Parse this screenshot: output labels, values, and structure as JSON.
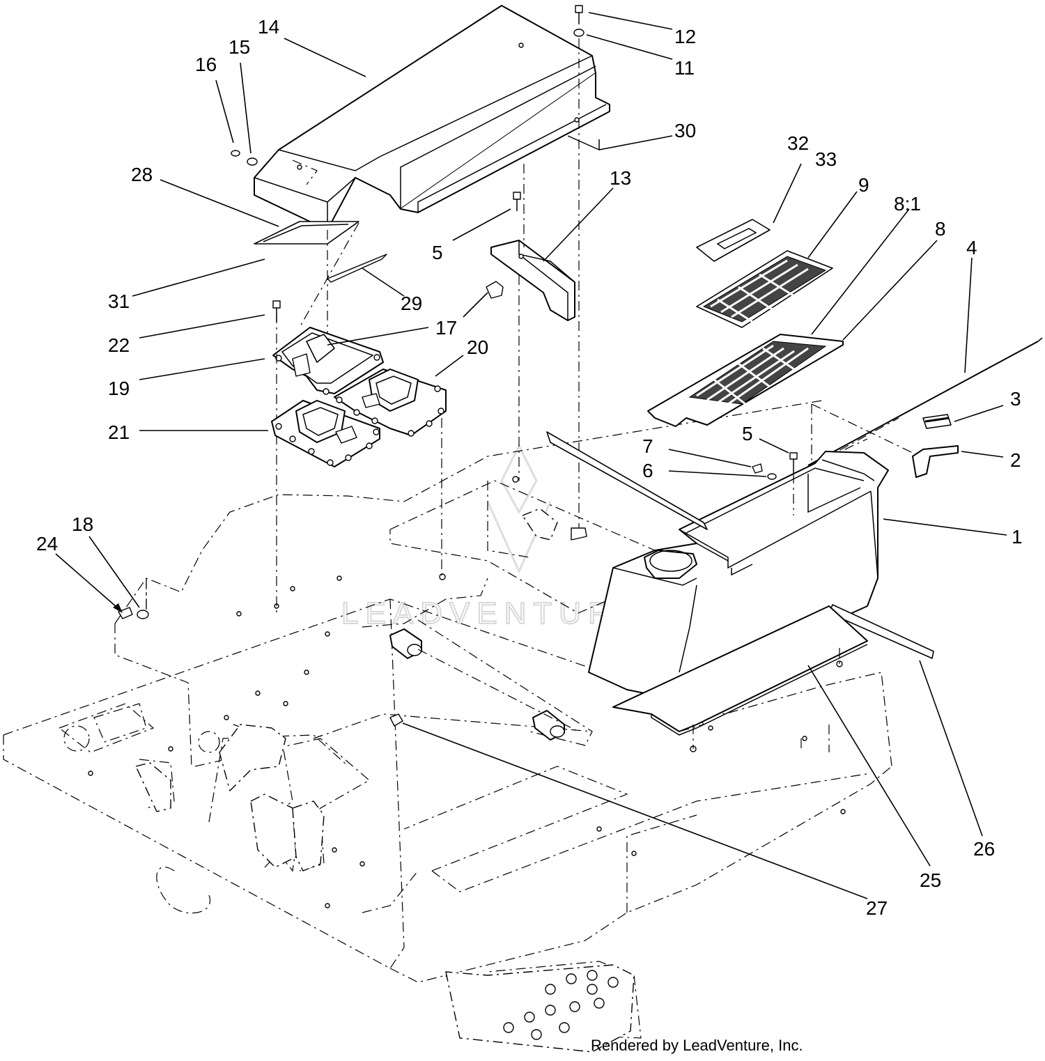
{
  "watermark": "LEADVENTURE",
  "footer": "Rendered by LeadVenture, Inc.",
  "callouts": [
    {
      "id": "c14",
      "text": "14"
    },
    {
      "id": "c12",
      "text": "12"
    },
    {
      "id": "c11",
      "text": "11"
    },
    {
      "id": "c16",
      "text": "16"
    },
    {
      "id": "c15",
      "text": "15"
    },
    {
      "id": "c30",
      "text": "30"
    },
    {
      "id": "c32",
      "text": "32"
    },
    {
      "id": "c33",
      "text": "33"
    },
    {
      "id": "c28",
      "text": "28"
    },
    {
      "id": "c13",
      "text": "13"
    },
    {
      "id": "c9",
      "text": "9"
    },
    {
      "id": "c81",
      "text": "8:1"
    },
    {
      "id": "c8",
      "text": "8"
    },
    {
      "id": "c4",
      "text": "4"
    },
    {
      "id": "c5a",
      "text": "5"
    },
    {
      "id": "c31",
      "text": "31"
    },
    {
      "id": "c29",
      "text": "29"
    },
    {
      "id": "c17",
      "text": "17"
    },
    {
      "id": "c22",
      "text": "22"
    },
    {
      "id": "c20",
      "text": "20"
    },
    {
      "id": "c19",
      "text": "19"
    },
    {
      "id": "c21",
      "text": "21"
    },
    {
      "id": "c3",
      "text": "3"
    },
    {
      "id": "c5b",
      "text": "5"
    },
    {
      "id": "c7",
      "text": "7"
    },
    {
      "id": "c2",
      "text": "2"
    },
    {
      "id": "c6",
      "text": "6"
    },
    {
      "id": "c1",
      "text": "1"
    },
    {
      "id": "c18",
      "text": "18"
    },
    {
      "id": "c24",
      "text": "24"
    },
    {
      "id": "c26",
      "text": "26"
    },
    {
      "id": "c25",
      "text": "25"
    },
    {
      "id": "c27",
      "text": "27"
    }
  ]
}
